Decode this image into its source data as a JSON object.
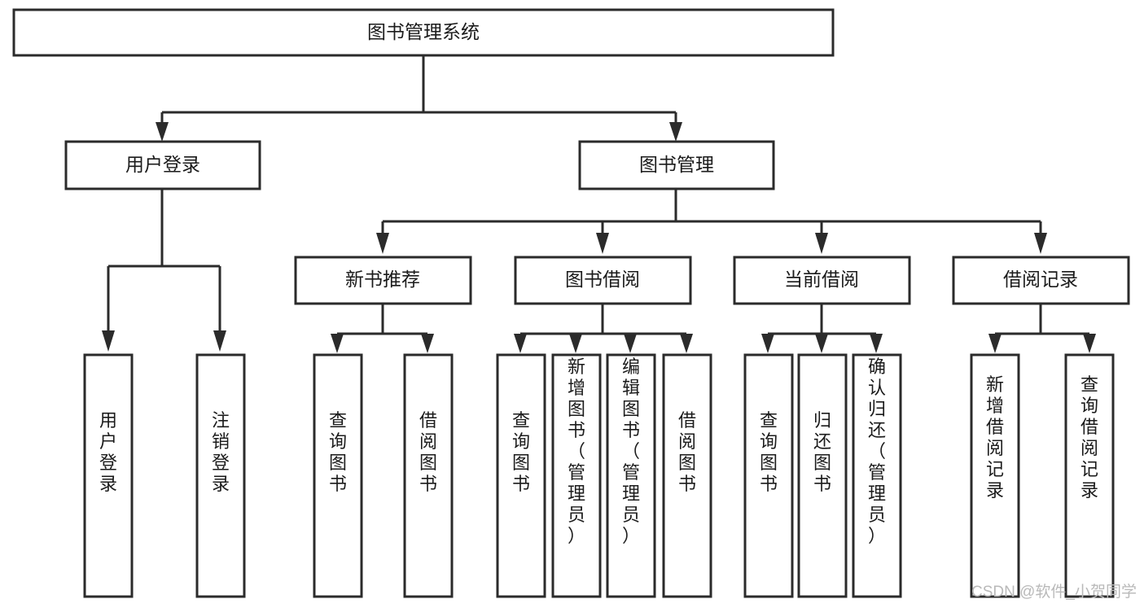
{
  "diagram": {
    "type": "tree-hierarchy-chart",
    "title": "图书管理系统",
    "orientation": "top-down",
    "levels": 4,
    "colors": {
      "background": "#ffffff",
      "box_stroke": "#2b2b2b",
      "box_fill": "#ffffff",
      "connector": "#2b2b2b",
      "text": "#1b1b1b",
      "watermark": "#b9b9b9"
    },
    "root": {
      "id": "root",
      "label": "图书管理系统",
      "orient": "horizontal"
    },
    "level2": [
      {
        "id": "user-login",
        "label": "用户登录",
        "orient": "horizontal"
      },
      {
        "id": "book-management",
        "label": "图书管理",
        "orient": "horizontal"
      }
    ],
    "level3": [
      {
        "id": "new-book-recommend",
        "label": "新书推荐",
        "orient": "horizontal",
        "parent": "book-management"
      },
      {
        "id": "book-borrow",
        "label": "图书借阅",
        "orient": "horizontal",
        "parent": "book-management"
      },
      {
        "id": "current-borrow",
        "label": "当前借阅",
        "orient": "horizontal",
        "parent": "book-management"
      },
      {
        "id": "borrow-record",
        "label": "借阅记录",
        "orient": "horizontal",
        "parent": "book-management"
      }
    ],
    "leaves": [
      {
        "id": "leaf-user-login",
        "label": "用户登录",
        "orient": "vertical",
        "parent": "user-login"
      },
      {
        "id": "leaf-user-logout",
        "label": "注销登录",
        "orient": "vertical",
        "parent": "user-login"
      },
      {
        "id": "leaf-query-book-1",
        "label": "查询图书",
        "orient": "vertical",
        "parent": "new-book-recommend"
      },
      {
        "id": "leaf-borrow-book-1",
        "label": "借阅图书",
        "orient": "vertical",
        "parent": "new-book-recommend"
      },
      {
        "id": "leaf-query-book-2",
        "label": "查询图书",
        "orient": "vertical",
        "parent": "book-borrow"
      },
      {
        "id": "leaf-add-book",
        "label": "新增图书（管理员）",
        "orient": "vertical",
        "parent": "book-borrow"
      },
      {
        "id": "leaf-edit-book",
        "label": "编辑图书（管理员）",
        "orient": "vertical",
        "parent": "book-borrow"
      },
      {
        "id": "leaf-borrow-book-2",
        "label": "借阅图书",
        "orient": "vertical",
        "parent": "book-borrow"
      },
      {
        "id": "leaf-query-book-3",
        "label": "查询图书",
        "orient": "vertical",
        "parent": "current-borrow"
      },
      {
        "id": "leaf-return-book",
        "label": "归还图书",
        "orient": "vertical",
        "parent": "current-borrow"
      },
      {
        "id": "leaf-confirm-return",
        "label": "确认归还（管理员）",
        "orient": "vertical",
        "parent": "current-borrow"
      },
      {
        "id": "leaf-add-record",
        "label": "新增借阅记录",
        "orient": "vertical",
        "parent": "borrow-record"
      },
      {
        "id": "leaf-query-record",
        "label": "查询借阅记录",
        "orient": "vertical",
        "parent": "borrow-record"
      }
    ]
  },
  "watermark": {
    "text": "CSDN @软件_小贺同学"
  }
}
